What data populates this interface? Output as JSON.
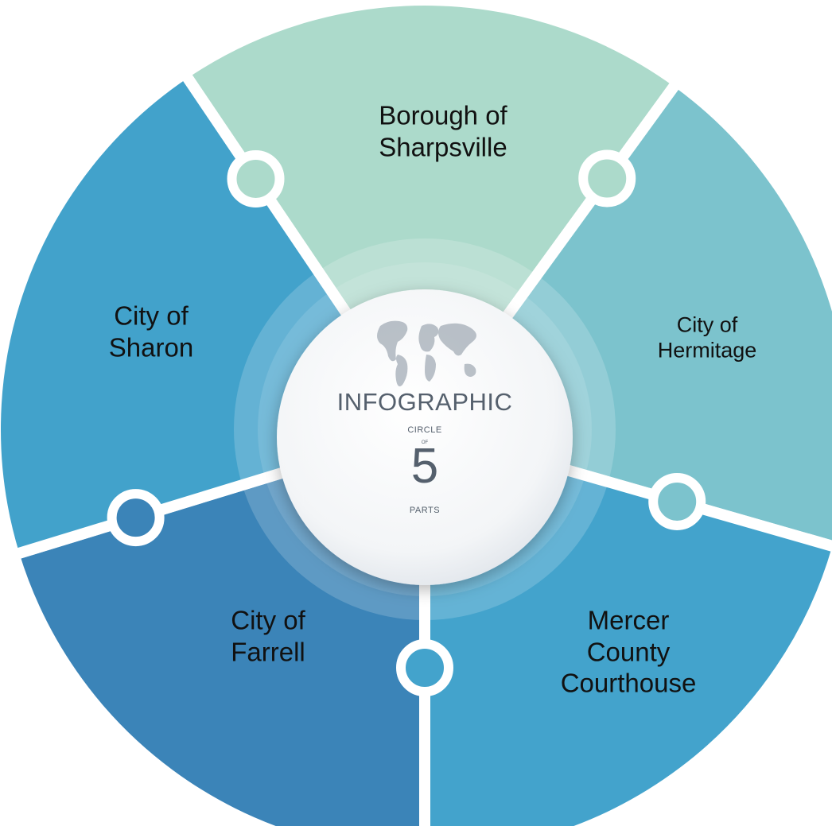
{
  "segments": [
    {
      "id": "sharpsville",
      "lines": [
        "Borough of",
        "Sharpsville"
      ],
      "color": "#acdacb"
    },
    {
      "id": "hermitage",
      "lines": [
        "City of",
        "Hermitage"
      ],
      "color": "#7cc3cd"
    },
    {
      "id": "mercer",
      "lines": [
        "Mercer",
        "County",
        "Courthouse"
      ],
      "color": "#43a3cc"
    },
    {
      "id": "farrell",
      "lines": [
        "City of",
        "Farrell"
      ],
      "color": "#3b84b8"
    },
    {
      "id": "sharon",
      "lines": [
        "City of",
        "Sharon"
      ],
      "color": "#42a2cb"
    }
  ],
  "center": {
    "title": "INFOGRAPHIC",
    "subtitle": "CIRCLE",
    "of": "OF",
    "number": "5",
    "parts": "PARTS",
    "icon": "world-map-icon"
  }
}
